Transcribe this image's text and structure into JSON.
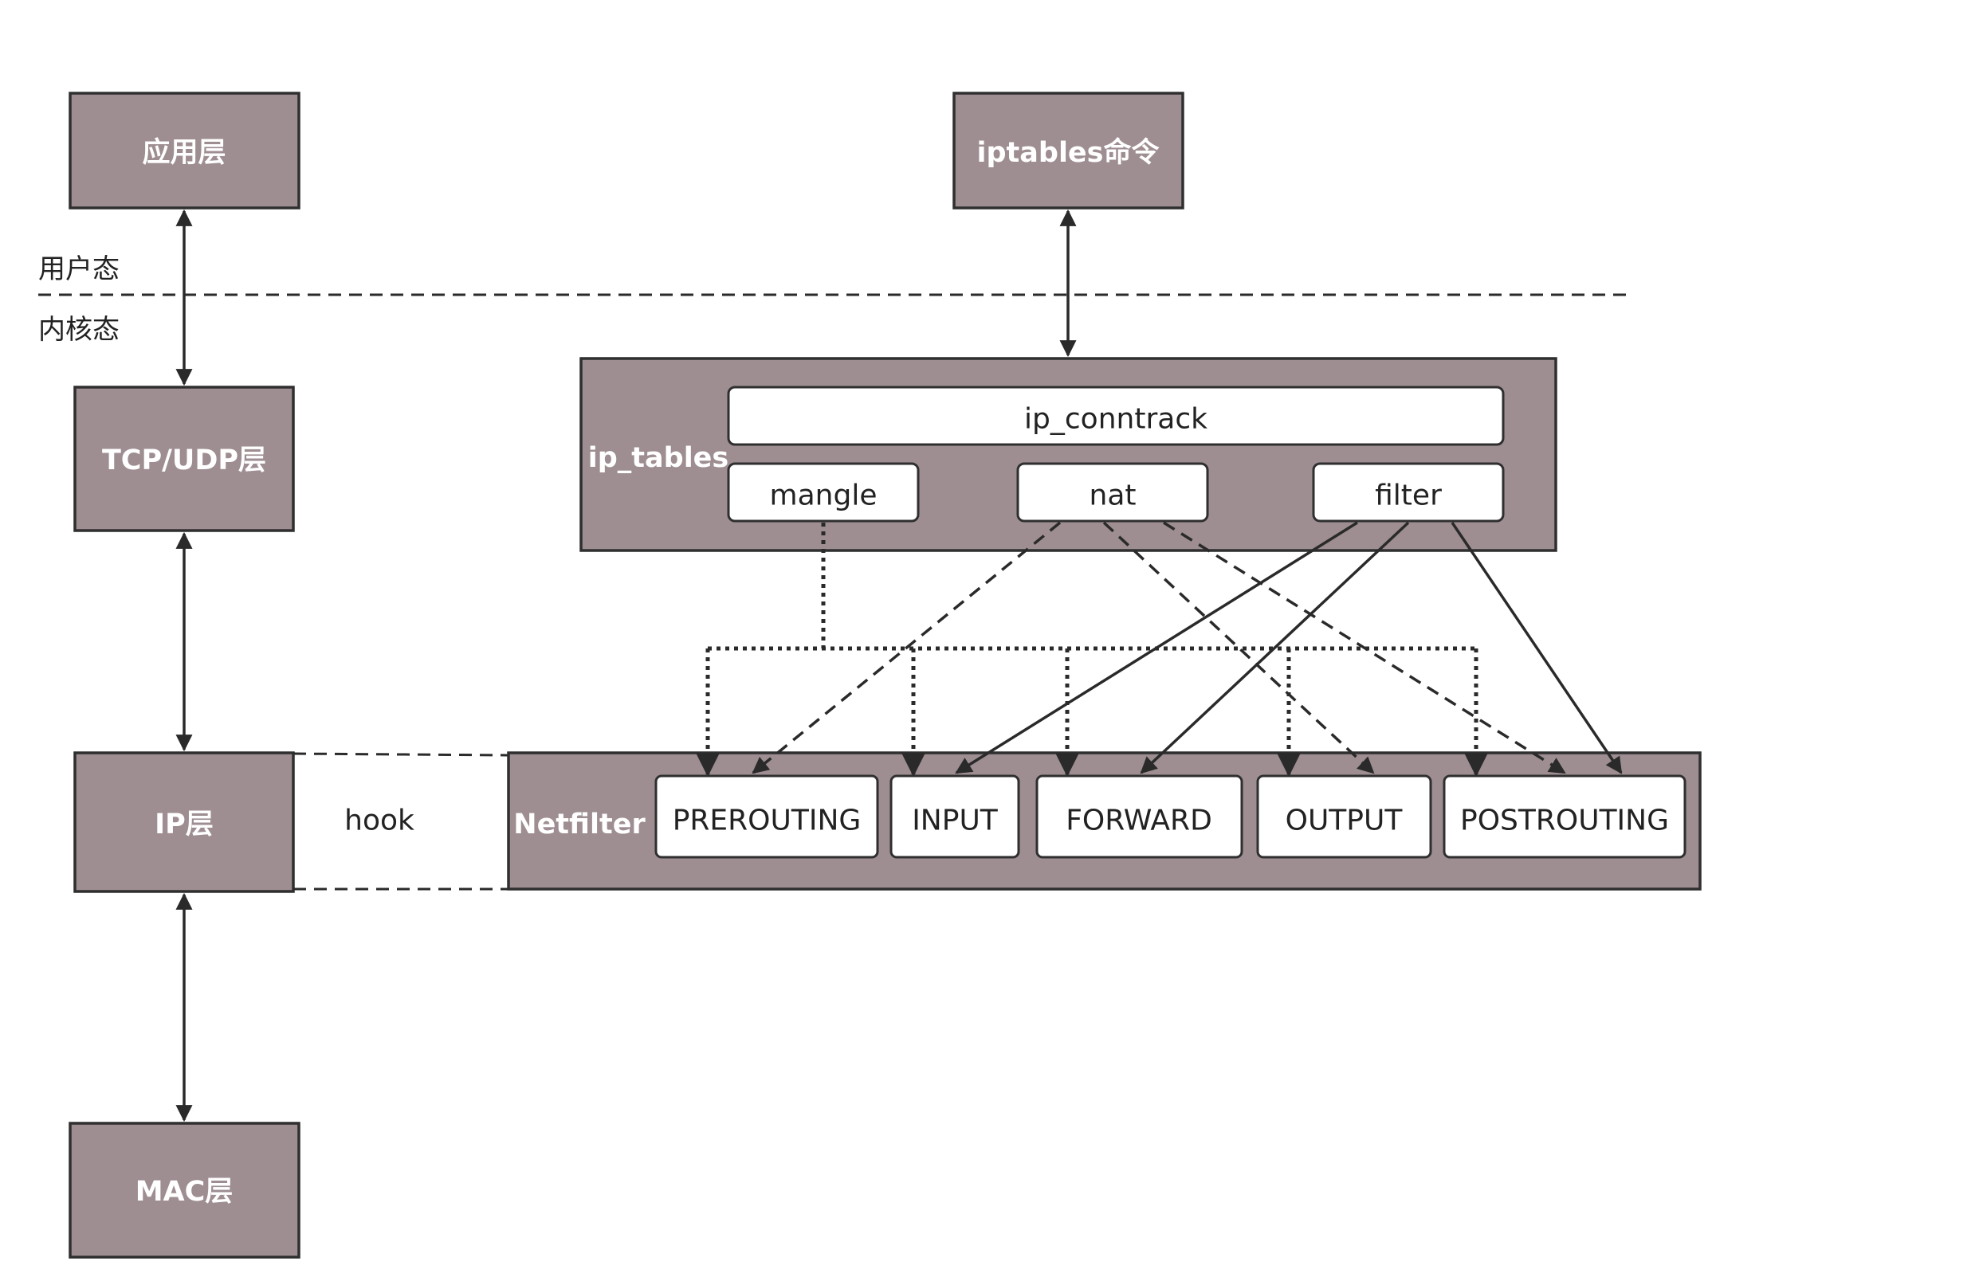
{
  "layers": {
    "app": "应用层",
    "transport": "TCP/UDP层",
    "ip": "IP层",
    "mac": "MAC层"
  },
  "zones": {
    "user_space": "用户态",
    "kernel_space": "内核态"
  },
  "iptables_cmd": "iptables命令",
  "ip_tables": {
    "label": "ip_tables",
    "conntrack": "ip_conntrack",
    "tables": [
      "mangle",
      "nat",
      "filter"
    ]
  },
  "hook_label": "hook",
  "netfilter": {
    "label": "Netfilter",
    "chains": [
      "PREROUTING",
      "INPUT",
      "FORWARD",
      "OUTPUT",
      "POSTROUTING"
    ]
  },
  "colors": {
    "node_fill": "#9e8e91",
    "stroke": "#2f2f2f"
  }
}
